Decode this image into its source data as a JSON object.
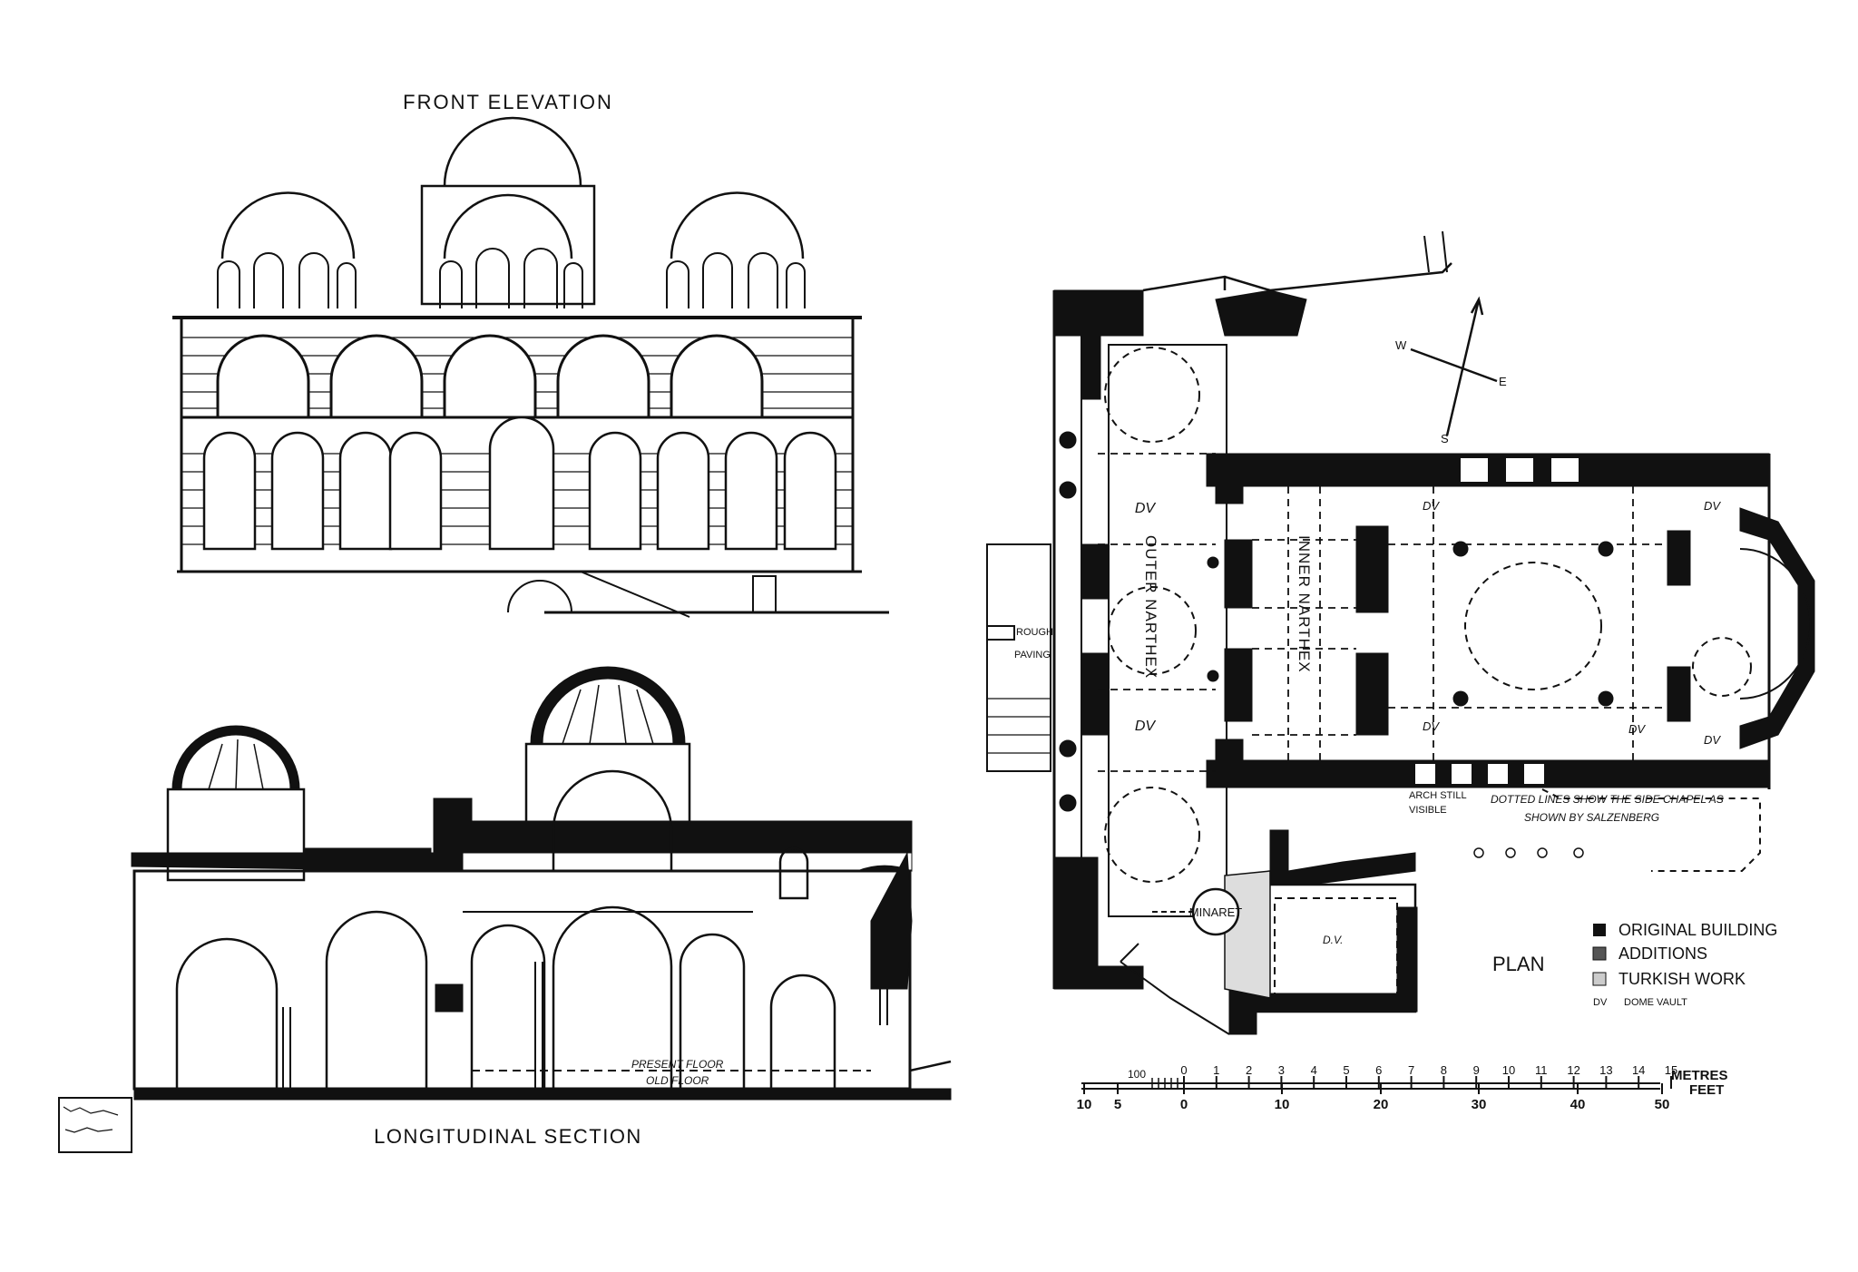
{
  "drawings": {
    "front_elevation": {
      "title": "FRONT ELEVATION"
    },
    "longitudinal_section": {
      "title": "LONGITUDINAL SECTION",
      "present_floor": "PRESENT FLOOR",
      "old_floor": "OLD FLOOR"
    },
    "plan": {
      "title": "PLAN",
      "compass": {
        "w": "W",
        "e": "E",
        "s": "S"
      },
      "room_labels": {
        "outer_narthex": "OUTER NARTHEX",
        "inner_narthex": "INNER NARTHEX",
        "minaret": "MINARET",
        "dv": "DV",
        "dv_annex": "D.V."
      },
      "notes": {
        "rough_paving_1": "ROUGH",
        "rough_paving_2": "PAVING",
        "arch_still_1": "ARCH STILL",
        "arch_still_2": "VISIBLE",
        "dotted_1": "DOTTED LINES SHOW THE SIDE CHAPEL AS",
        "dotted_2": "SHOWN BY SALZENBERG"
      },
      "legend": {
        "original": "ORIGINAL BUILDING",
        "additions": "ADDITIONS",
        "turkish": "TURKISH WORK",
        "dv_abbr": "DV",
        "dv_desc": "DOME VAULT"
      }
    },
    "scale_bar": {
      "metres_label": "METRES",
      "feet_label": "FEET",
      "metres_left": "100",
      "metres_ticks": [
        "0",
        "1",
        "2",
        "3",
        "4",
        "5",
        "6",
        "7",
        "8",
        "9",
        "10",
        "11",
        "12",
        "13",
        "14",
        "15"
      ],
      "feet_ticks": [
        "10",
        "5",
        "0",
        "10",
        "20",
        "30",
        "40",
        "50"
      ]
    }
  }
}
